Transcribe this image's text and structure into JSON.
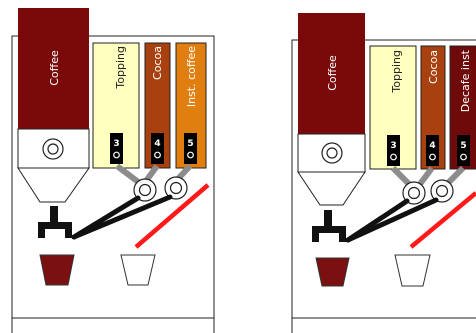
{
  "colors": {
    "coffee_bin": "#7a0a0a",
    "topping_bin": "#ffffc0",
    "cocoa_bin": "#a8410f",
    "inst_coffee_bin": "#e07e10",
    "decafe_bin": "#6e0a0a",
    "outline": "#222222",
    "gray_bar": "#8c8c8c",
    "red_bar": "#ff1a1a",
    "cup_filled": "#7a1010"
  },
  "machines": [
    {
      "id": "machine-1",
      "coffee_label": "Coffee",
      "canisters": [
        {
          "label": "Topping",
          "number": "3",
          "color_key": "topping_bin",
          "text_color": "#222222"
        },
        {
          "label": "Cocoa",
          "number": "4",
          "color_key": "cocoa_bin",
          "text_color": "#ffffff"
        },
        {
          "label": "Inst. coffee",
          "number": "5",
          "color_key": "inst_coffee_bin",
          "text_color": "#ffffff"
        }
      ]
    },
    {
      "id": "machine-2",
      "coffee_label": "Coffee",
      "canisters": [
        {
          "label": "Topping",
          "number": "3",
          "color_key": "topping_bin",
          "text_color": "#222222"
        },
        {
          "label": "Cocoa",
          "number": "4",
          "color_key": "cocoa_bin",
          "text_color": "#ffffff"
        },
        {
          "label": "Decafe inst",
          "number": "5",
          "color_key": "decafe_bin",
          "text_color": "#ffffff"
        }
      ]
    }
  ]
}
